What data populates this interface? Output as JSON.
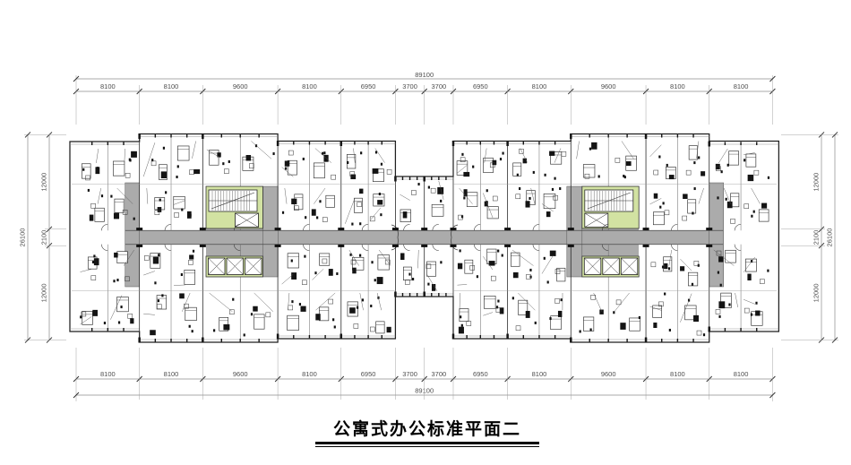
{
  "drawing": {
    "title": "公寓式办公标准平面二"
  },
  "dimensions": {
    "top": {
      "total": "89100",
      "segments": [
        "8100",
        "8100",
        "9600",
        "8100",
        "6950",
        "3700",
        "3700",
        "6950",
        "8100",
        "9600",
        "8100",
        "8100"
      ]
    },
    "bottom": {
      "total": "89100",
      "segments": [
        "8100",
        "8100",
        "9600",
        "8100",
        "6950",
        "3700",
        "3700",
        "6950",
        "8100",
        "9600",
        "8100",
        "8100"
      ]
    },
    "left": {
      "total": "26100",
      "segments": [
        "12000",
        "2100",
        "12000"
      ]
    },
    "right": {
      "total": "26100",
      "segments": [
        "12000",
        "2100",
        "12000"
      ]
    }
  },
  "colors": {
    "background": "#ffffff",
    "wall_line": "#1f1f1f",
    "core_fill": "#d2e2a2",
    "corridor_fill": "#ababab",
    "dim_line": "#8c8c8c",
    "dim_text": "#4d4d4d",
    "title_color": "#000000"
  }
}
